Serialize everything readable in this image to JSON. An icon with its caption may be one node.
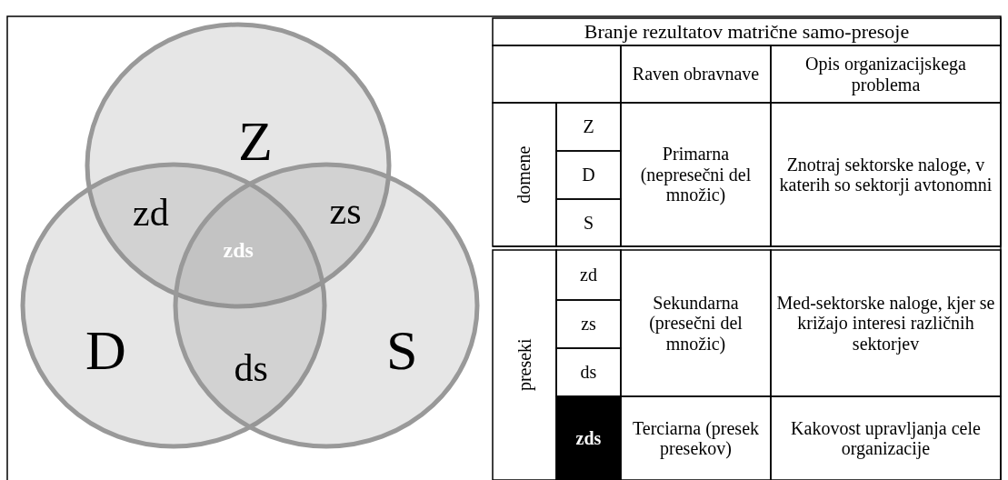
{
  "diagram": {
    "nodes": [
      {
        "text": [
          "Z"
        ]
      },
      {
        "text": [
          "D"
        ]
      },
      {
        "text": [
          "S"
        ]
      }
    ],
    "labels": [
      "zd",
      "zs",
      "zds",
      "ds",
      "Branje rezultatov matrične samo-presoje",
      "Raven obravnave",
      "Opis organizacijskega problema",
      "domene",
      "Z",
      "Primarna (nepresečni del množic)",
      "Znotraj sektorske naloge, v katerih so sektorji avtonomni",
      "D",
      "S",
      "preseki",
      "zd",
      "Sekundarna (presečni del množic)",
      "Med-sektorske naloge, kjer se križajo interesi različnih sektorjev",
      "zs",
      "ds",
      "zds",
      "Terciarna (presek presekov)",
      "Kakovost upravljanja cele organizacije"
    ]
  }
}
